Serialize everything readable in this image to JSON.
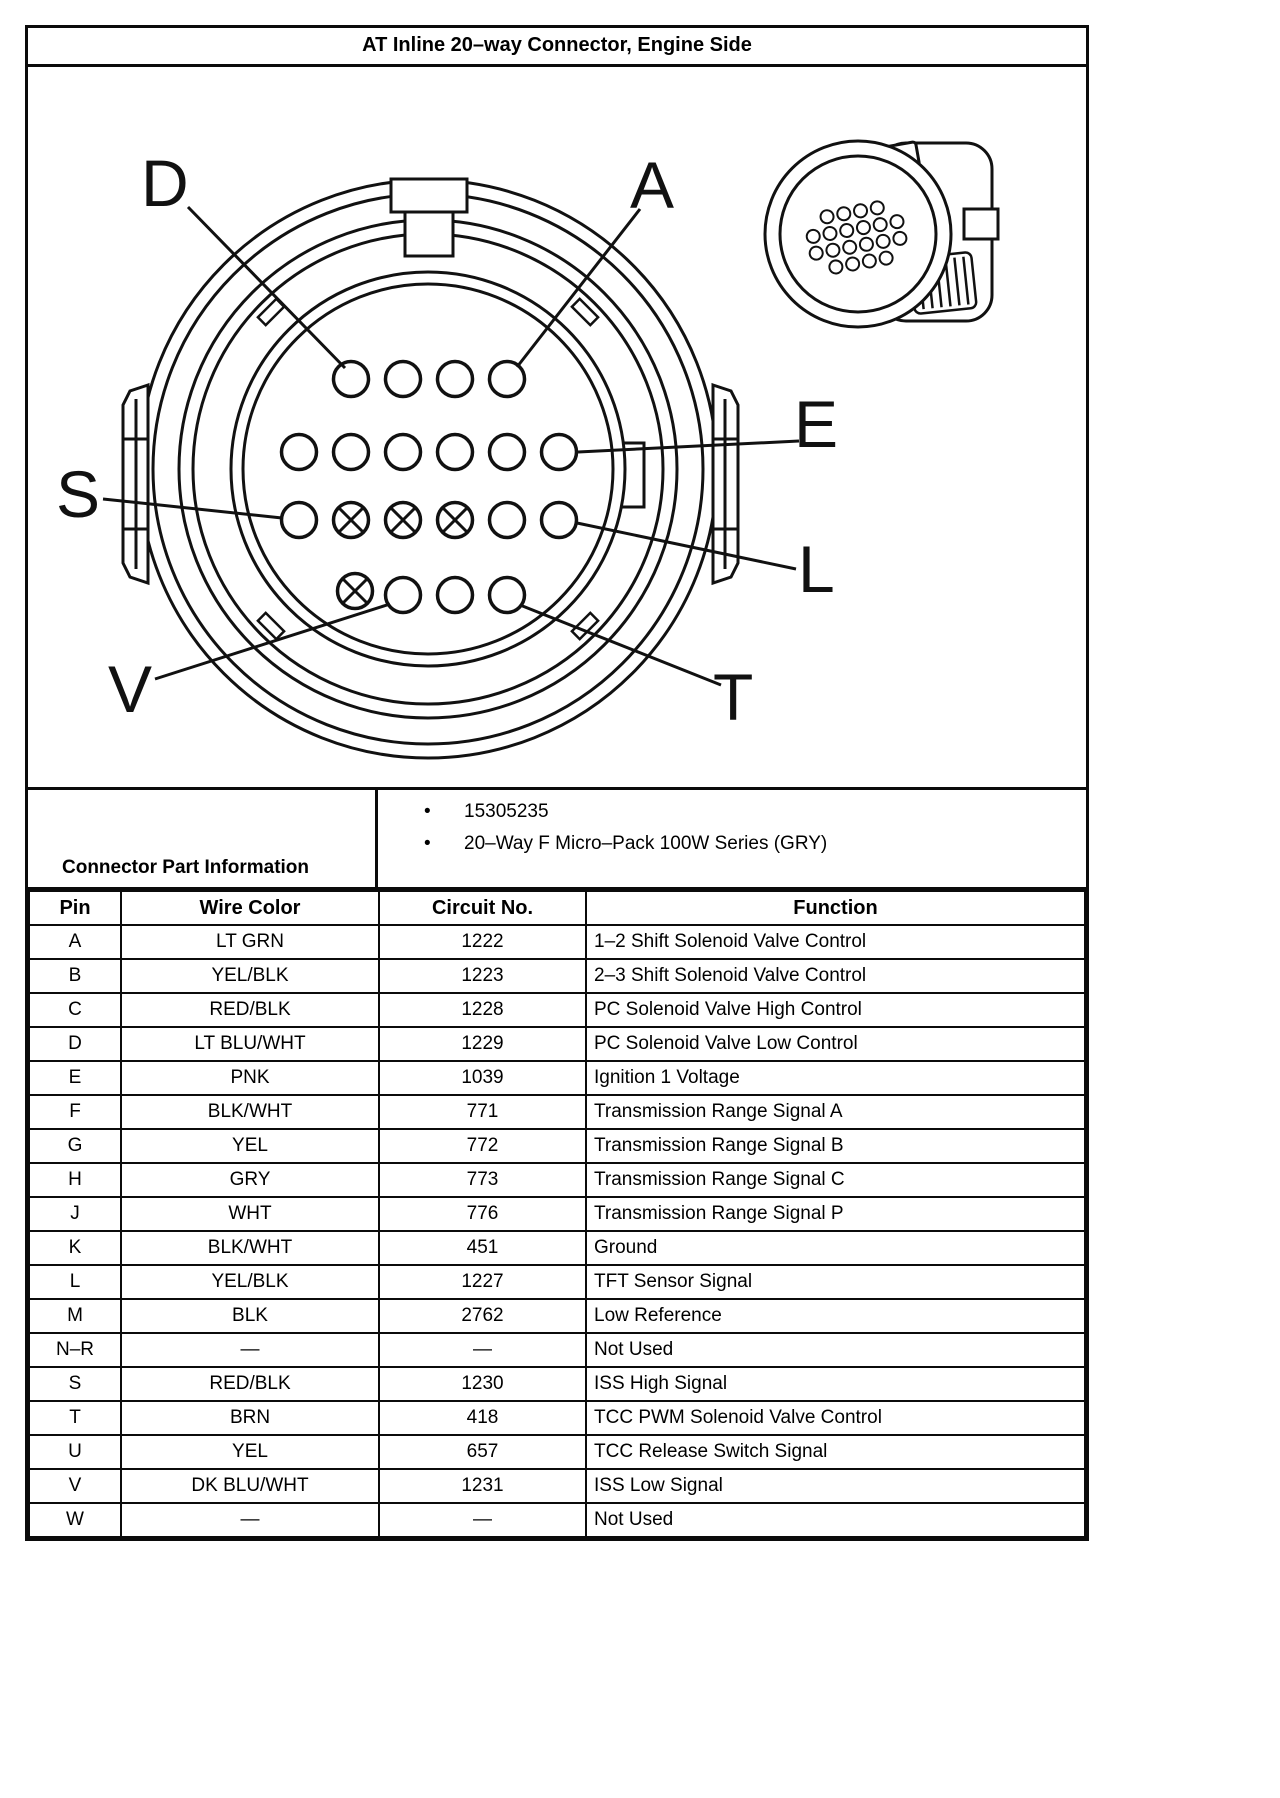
{
  "page_title": "AT Inline 20–way Connector, Engine Side",
  "diagram": {
    "callouts": {
      "d": "D",
      "a": "A",
      "e": "E",
      "s": "S",
      "l": "L",
      "v": "V",
      "t": "T"
    }
  },
  "part_info": {
    "label": "Connector Part Information",
    "bullet": "•",
    "items": [
      "15305235",
      "20–Way F Micro–Pack 100W Series (GRY)"
    ]
  },
  "table": {
    "headers": [
      "Pin",
      "Wire Color",
      "Circuit No.",
      "Function"
    ],
    "rows": [
      [
        "A",
        "LT GRN",
        "1222",
        "1–2 Shift Solenoid Valve Control"
      ],
      [
        "B",
        "YEL/BLK",
        "1223",
        "2–3 Shift Solenoid Valve Control"
      ],
      [
        "C",
        "RED/BLK",
        "1228",
        "PC Solenoid Valve High Control"
      ],
      [
        "D",
        "LT BLU/WHT",
        "1229",
        "PC Solenoid Valve Low Control"
      ],
      [
        "E",
        "PNK",
        "1039",
        "Ignition 1 Voltage"
      ],
      [
        "F",
        "BLK/WHT",
        "771",
        "Transmission Range Signal A"
      ],
      [
        "G",
        "YEL",
        "772",
        "Transmission Range Signal B"
      ],
      [
        "H",
        "GRY",
        "773",
        "Transmission Range Signal C"
      ],
      [
        "J",
        "WHT",
        "776",
        "Transmission Range Signal P"
      ],
      [
        "K",
        "BLK/WHT",
        "451",
        "Ground"
      ],
      [
        "L",
        "YEL/BLK",
        "1227",
        "TFT Sensor Signal"
      ],
      [
        "M",
        "BLK",
        "2762",
        "Low Reference"
      ],
      [
        "N–R",
        "—",
        "—",
        "Not Used"
      ],
      [
        "S",
        "RED/BLK",
        "1230",
        "ISS High Signal"
      ],
      [
        "T",
        "BRN",
        "418",
        "TCC PWM Solenoid Valve Control"
      ],
      [
        "U",
        "YEL",
        "657",
        "TCC Release Switch Signal"
      ],
      [
        "V",
        "DK BLU/WHT",
        "1231",
        "ISS Low Signal"
      ],
      [
        "W",
        "—",
        "—",
        "Not Used"
      ]
    ]
  }
}
